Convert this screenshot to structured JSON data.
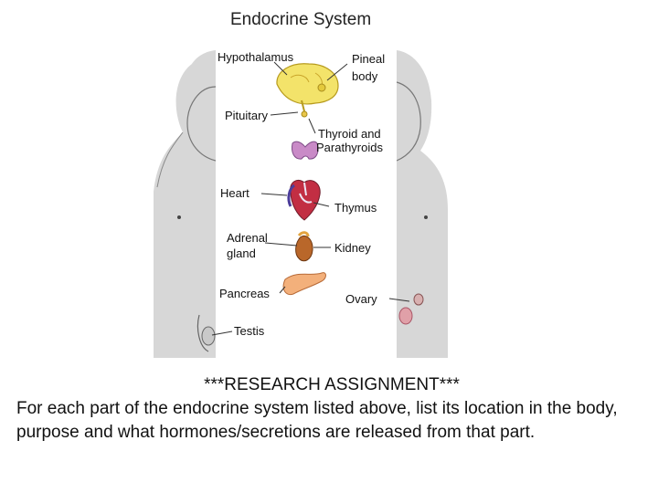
{
  "diagram": {
    "title": "Endocrine System",
    "labels": {
      "hypothalamus": "Hypothalamus",
      "pineal": [
        "Pineal",
        "body"
      ],
      "pituitary": "Pituitary",
      "thyroid": [
        "Thyroid and",
        "Parathyroids"
      ],
      "heart": "Heart",
      "thymus": "Thymus",
      "adrenal": [
        "Adrenal",
        "gland"
      ],
      "kidney": "Kidney",
      "pancreas": "Pancreas",
      "ovary": "Ovary",
      "testis": "Testis"
    }
  },
  "caption": {
    "heading": "***RESEARCH ASSIGNMENT***",
    "body": "For each part of the endocrine system listed above, list its location in the body, purpose and what hormones/secretions are released from that part."
  }
}
